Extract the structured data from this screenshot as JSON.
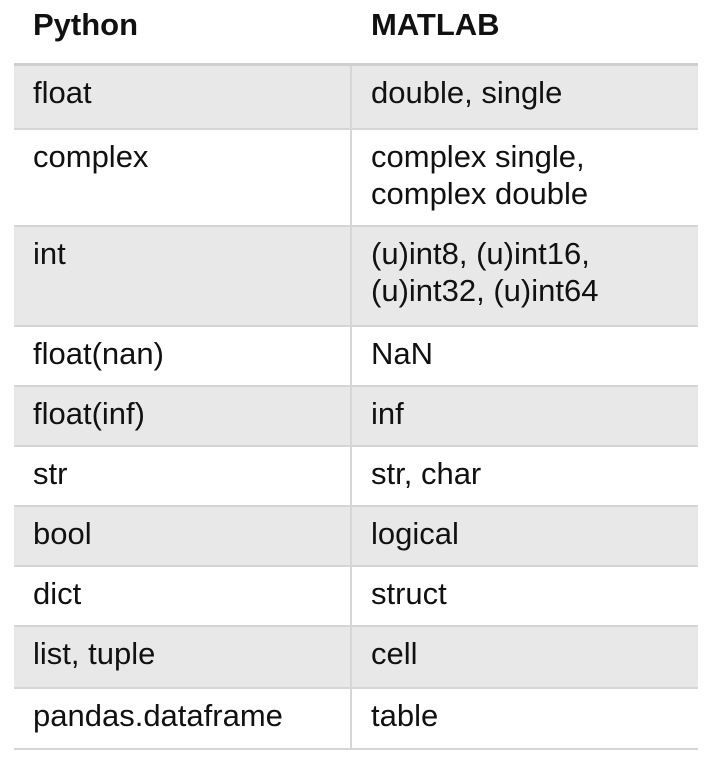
{
  "header": {
    "col1": "Python",
    "col2": "MATLAB"
  },
  "rows": [
    {
      "python": "float",
      "matlab": "double, single",
      "shaded": true
    },
    {
      "python": "complex",
      "matlab": "complex single,\ncomplex double",
      "shaded": false
    },
    {
      "python": "int",
      "matlab": "(u)int8, (u)int16,\n(u)int32, (u)int64",
      "shaded": true
    },
    {
      "python": "float(nan)",
      "matlab": "NaN",
      "shaded": false
    },
    {
      "python": "float(inf)",
      "matlab": "inf",
      "shaded": true
    },
    {
      "python": "str",
      "matlab": "str, char",
      "shaded": false
    },
    {
      "python": "bool",
      "matlab": "logical",
      "shaded": true
    },
    {
      "python": "dict",
      "matlab": "struct",
      "shaded": false
    },
    {
      "python": "list, tuple",
      "matlab": "cell",
      "shaded": true
    },
    {
      "python": "pandas.dataframe",
      "matlab": "table",
      "shaded": false
    }
  ]
}
